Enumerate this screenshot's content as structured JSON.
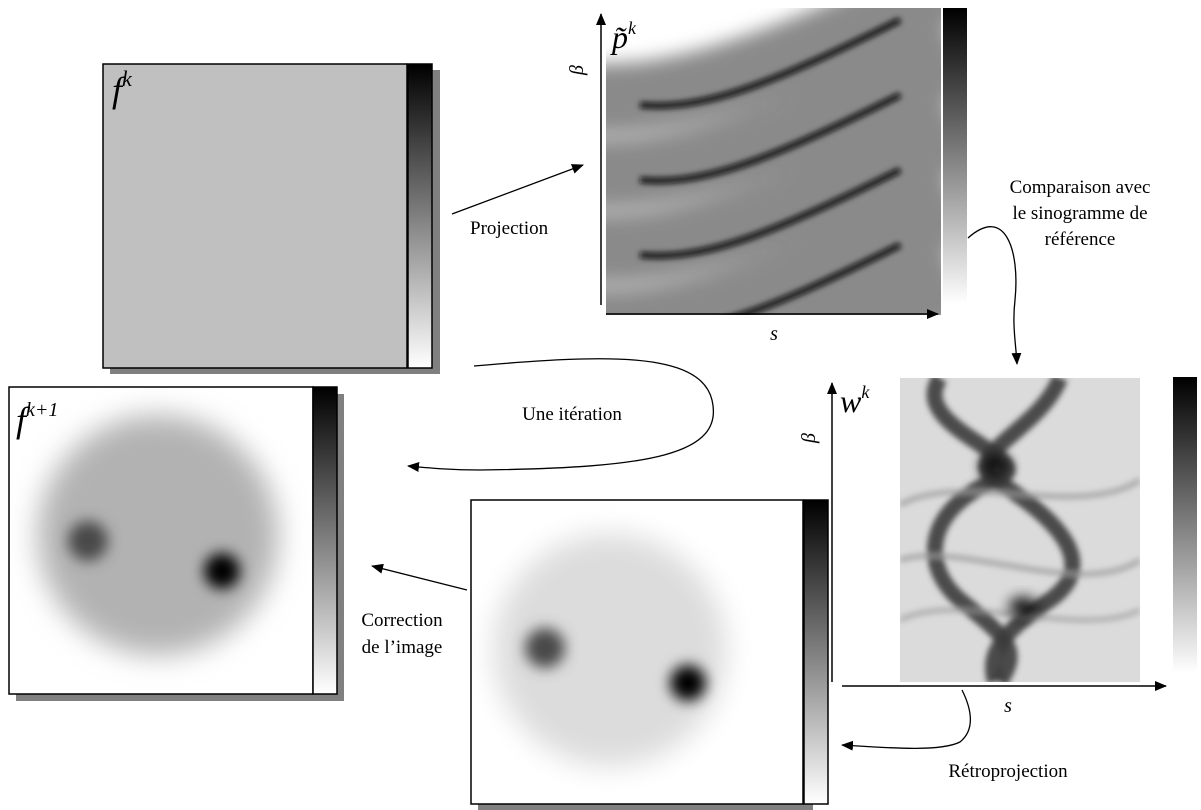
{
  "diagram": {
    "panels": {
      "fk": {
        "label_base": "f",
        "label_sup": "k"
      },
      "pk": {
        "label_base": "p̃",
        "label_sup": "k",
        "axis_y": "β",
        "axis_x": "s"
      },
      "wk": {
        "label_base": "w",
        "label_sup": "k",
        "axis_y": "β",
        "axis_x": "s"
      },
      "fk1": {
        "label_base": "f",
        "label_sup": "k+1"
      },
      "correction": {}
    },
    "labels": {
      "projection": "Projection",
      "comparison": [
        "Comparaison avec",
        "le sinogramme de",
        "référence"
      ],
      "iteration": "Une itération",
      "correction": [
        "Correction",
        "de l’image"
      ],
      "retroprojection": "Rétroprojection"
    },
    "colors": {
      "uniform_gray": "#c0c0c0",
      "frame": "#000000",
      "shadow": "#808080"
    }
  }
}
